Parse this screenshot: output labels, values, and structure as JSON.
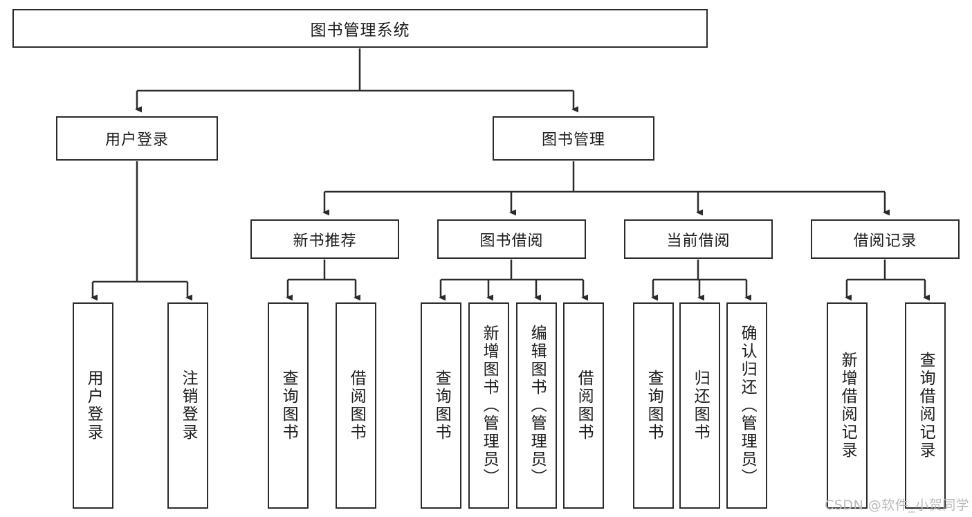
{
  "diagram": {
    "title": "图书管理系统",
    "root": {
      "label": "图书管理系统"
    },
    "level2": [
      {
        "label": "用户登录"
      },
      {
        "label": "图书管理"
      }
    ],
    "level3": [
      {
        "label": "新书推荐"
      },
      {
        "label": "图书借阅"
      },
      {
        "label": "当前借阅"
      },
      {
        "label": "借阅记录"
      }
    ],
    "leaves": {
      "user_login": [
        {
          "label": "用户登录"
        },
        {
          "label": "注销登录"
        }
      ],
      "new_book_recommend": [
        {
          "label": "查询图书"
        },
        {
          "label": "借阅图书"
        }
      ],
      "book_borrow": [
        {
          "label": "查询图书"
        },
        {
          "label": "新增图书（管理员）"
        },
        {
          "label": "编辑图书（管理员）"
        },
        {
          "label": "借阅图书"
        }
      ],
      "current_borrow": [
        {
          "label": "查询图书"
        },
        {
          "label": "归还图书"
        },
        {
          "label": "确认归还（管理员）"
        }
      ],
      "borrow_record": [
        {
          "label": "新增借阅记录"
        },
        {
          "label": "查询借阅记录"
        }
      ]
    },
    "watermark": "CSDN @软件_小贺同学",
    "colors": {
      "stroke": "#2b2b2b",
      "fill": "#ffffff",
      "text": "#1b1b1b",
      "watermark": "#b9b9b9"
    }
  }
}
